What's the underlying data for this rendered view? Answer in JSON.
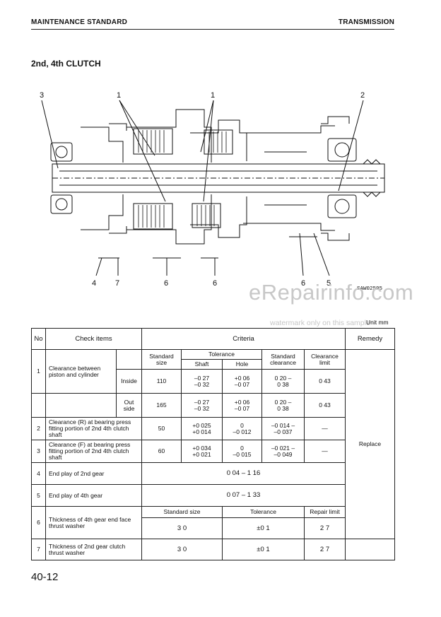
{
  "header": {
    "left": "MAINTENANCE STANDARD",
    "right": "TRANSMISSION"
  },
  "title": "2nd, 4th CLUTCH",
  "drawing": {
    "diagram_id": "SAW02595",
    "callouts_top": [
      "3",
      "1",
      "1",
      "2"
    ],
    "callouts_bottom": [
      "4",
      "7",
      "6",
      "6",
      "6",
      "5"
    ]
  },
  "watermark": {
    "brand": "eRepairinfo.com",
    "note": "watermark only on this sample"
  },
  "unit_label": "Unit mm",
  "table": {
    "headers": {
      "no": "No",
      "check_items": "Check items",
      "criteria": "Criteria",
      "remedy": "Remedy"
    },
    "subheaders": {
      "standard_size": "Standard size",
      "tolerance": "Tolerance",
      "shaft": "Shaft",
      "hole": "Hole",
      "standard_clearance": "Standard clearance",
      "clearance_limit": "Clearance limit"
    },
    "rows": [
      {
        "no": "1",
        "item": "Clearance between piston and cylinder",
        "sub": "Inside",
        "size": "110",
        "shaft": "–0 27\n–0 32",
        "hole": "+0 06\n–0 07",
        "std_clear": "0 20 –\n0 38",
        "limit": "0 43"
      },
      {
        "sub": "Out side",
        "size": "165",
        "shaft": "–0 27\n–0 32",
        "hole": "+0 06\n–0 07",
        "std_clear": "0 20 –\n0 38",
        "limit": "0 43"
      },
      {
        "no": "2",
        "item": "Clearance (R) at bearing press fitting portion of 2nd 4th clutch shaft",
        "size": "50",
        "shaft": "+0 025\n+0 014",
        "hole": "0\n–0 012",
        "std_clear": "–0 014 –\n–0 037",
        "limit": "—"
      },
      {
        "no": "3",
        "item": "Clearance (F) at bearing press fitting portion of 2nd 4th clutch shaft",
        "size": "60",
        "shaft": "+0 034\n+0 021",
        "hole": "0\n–0 015",
        "std_clear": "–0 021 –\n–0 049",
        "limit": "—"
      },
      {
        "no": "4",
        "item": "End play of 2nd gear",
        "criteria": "0 04 – 1 16"
      },
      {
        "no": "5",
        "item": "End play of 4th gear",
        "criteria": "0 07 – 1 33"
      },
      {
        "no": "6",
        "item": "Thickness of 4th gear end face thrust washer",
        "h1": "Standard size",
        "h2": "Tolerance",
        "h3": "Repair limit",
        "v1": "3 0",
        "v2": "±0 1",
        "v3": "2 7"
      },
      {
        "no": "7",
        "item": "Thickness of 2nd gear clutch thrust washer",
        "v1": "3 0",
        "v2": "±0 1",
        "v3": "2 7"
      }
    ],
    "remedy": "Replace"
  },
  "page_number": "40-12"
}
